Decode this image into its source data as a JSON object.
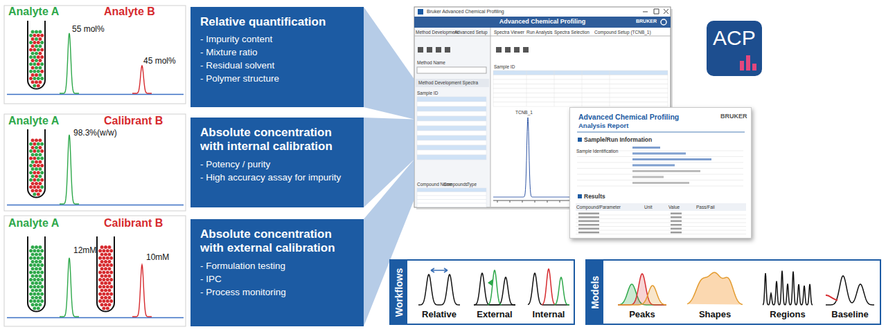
{
  "diagram": {
    "nodes": [
      {
        "text": [
          "Relative quantification",
          "- Impurity content",
          "- Mixture ratio",
          "- Residual solvent",
          "- Polymer structure"
        ]
      },
      {
        "text": [
          "Absolute concentration with internal calibration",
          "- Potency / purity",
          "- High accuracy assay for impurity"
        ]
      },
      {
        "text": [
          "Absolute concentration with external calibration",
          "- Formulation testing",
          "- IPC",
          "- Process monitoring"
        ]
      },
      {
        "text": [
          "Bruker Advanced Chemical Profiling",
          "Advanced Chemical Profiling"
        ]
      },
      {
        "text": [
          "Advanced Chemical Profiling",
          "Analysis Report",
          "Sample/Run Information",
          "Results"
        ]
      },
      {
        "text": [
          "ACP"
        ]
      },
      {
        "text": [
          "Workflows",
          "Relative",
          "External",
          "Internal"
        ]
      },
      {
        "text": [
          "Models",
          "Peaks",
          "Shapes",
          "Regions",
          "Baseline"
        ]
      }
    ],
    "edges": [
      {
        "from": 0,
        "to": 3,
        "arrow": "none"
      },
      {
        "from": 1,
        "to": 3,
        "arrow": "none"
      },
      {
        "from": 2,
        "to": 3,
        "arrow": "none"
      }
    ],
    "labels": [
      "Analyte A",
      "Analyte B",
      "55 mol%",
      "45 mol%",
      "Analyte A",
      "Calibrant B",
      "98.3%(w/w)",
      "Analyte A",
      "Calibrant B",
      "12mM",
      "10mM",
      "Method Development",
      "Advanced Setup",
      "Method Name",
      "Method Development Spectra",
      "Sample ID",
      "Compounds",
      "Compound Name",
      "Type",
      "Spectra Viewer",
      "Run Analysis",
      "Spectra Selection",
      "Compound Setup (TCNB_1)",
      "Sample ID",
      "TCNB_1",
      "BRUKER",
      "BRUKER",
      "Sample Identification",
      "Compound/Parameter",
      "Unit",
      "Value",
      "Pass/Fail"
    ]
  }
}
